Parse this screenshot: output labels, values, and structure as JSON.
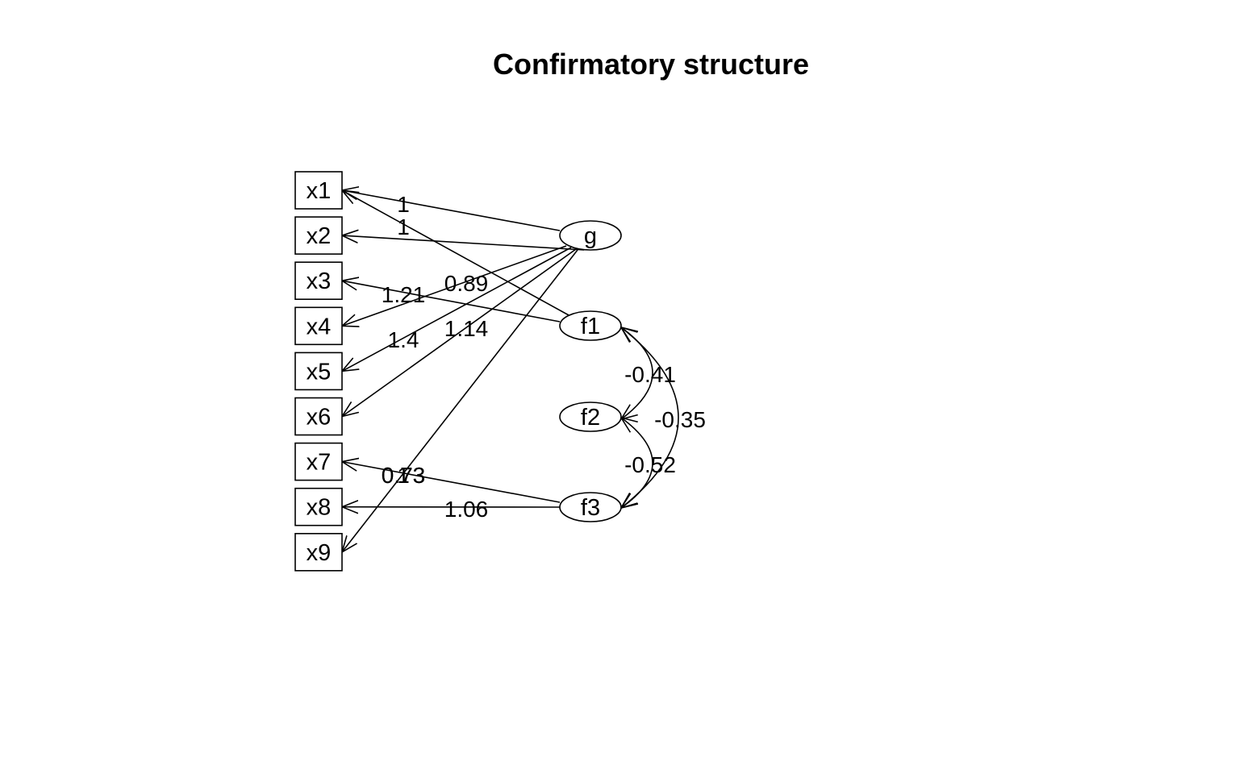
{
  "title": "Confirmatory structure",
  "colors": {
    "line": "#000000",
    "background": "#ffffff"
  },
  "observed": [
    "x1",
    "x2",
    "x3",
    "x4",
    "x5",
    "x6",
    "x7",
    "x8",
    "x9"
  ],
  "latent": [
    "g",
    "f1",
    "f2",
    "f3"
  ],
  "loadings": [
    {
      "from": "g",
      "to": "x1",
      "label": "1"
    },
    {
      "from": "g",
      "to": "x2",
      "label": "0.89"
    },
    {
      "from": "g",
      "to": "x4",
      "label": "1.4"
    },
    {
      "from": "g",
      "to": "x5",
      "label": "1.14"
    },
    {
      "from": "g",
      "to": "x6",
      "label": "0.73"
    },
    {
      "from": "g",
      "to": "x9",
      "label": "0.73"
    },
    {
      "from": "f1",
      "to": "x1",
      "label": "1"
    },
    {
      "from": "f1",
      "to": "x3",
      "label": "1.21"
    },
    {
      "from": "f3",
      "to": "x7",
      "label": "1"
    },
    {
      "from": "f3",
      "to": "x8",
      "label": "1.06"
    }
  ],
  "covariances": [
    {
      "between": [
        "f1",
        "f2"
      ],
      "label": "-0.41"
    },
    {
      "between": [
        "f2",
        "f3"
      ],
      "label": "-0.52"
    },
    {
      "between": [
        "f1",
        "f3"
      ],
      "label": "-0.35"
    }
  ]
}
